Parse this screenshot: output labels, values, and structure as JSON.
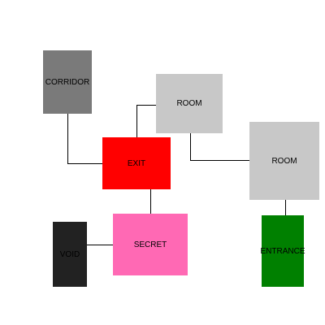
{
  "rooms": [
    {
      "id": "corridor",
      "label": "CORRIDOR",
      "color": "#7a7a7a"
    },
    {
      "id": "room_top",
      "label": "ROOM",
      "color": "#c8c8c8"
    },
    {
      "id": "exit",
      "label": "EXIT",
      "color": "#ff0000"
    },
    {
      "id": "room_right",
      "label": "ROOM",
      "color": "#c8c8c8"
    },
    {
      "id": "void",
      "label": "VOID",
      "color": "#222222"
    },
    {
      "id": "secret",
      "label": "SECRET",
      "color": "#ff69b4"
    },
    {
      "id": "entrance",
      "label": "ENTRANCE",
      "color": "#008000"
    }
  ],
  "connections": [
    [
      "corridor",
      "exit"
    ],
    [
      "exit",
      "room_top"
    ],
    [
      "room_top",
      "room_right"
    ],
    [
      "exit",
      "secret"
    ],
    [
      "void",
      "secret"
    ],
    [
      "room_right",
      "entrance"
    ]
  ],
  "connector_color": "#000000"
}
